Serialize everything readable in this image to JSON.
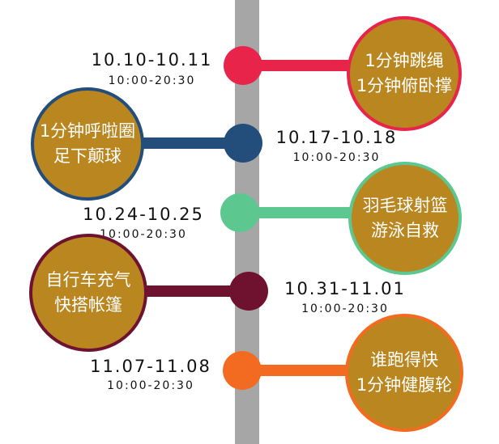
{
  "events": [
    {
      "date": "10.10-10.11",
      "time": "10:00-20:30",
      "lines": [
        "1分钟跳绳",
        "1分钟俯卧撑"
      ],
      "color": "#e8244a"
    },
    {
      "date": "10.17-10.18",
      "time": "10:00-20:30",
      "lines": [
        "1分钟呼啦圈",
        "足下颠球"
      ],
      "color": "#234e7c"
    },
    {
      "date": "10.24-10.25",
      "time": "10:00-20:30",
      "lines": [
        "羽毛球射篮",
        "游泳自救"
      ],
      "color": "#5cc890"
    },
    {
      "date": "10.31-11.01",
      "time": "10:00-20:30",
      "lines": [
        "自行车充气",
        "快搭帐篷"
      ],
      "color": "#6e1230"
    },
    {
      "date": "11.07-11.08",
      "time": "10:00-20:30",
      "lines": [
        "谁跑得快",
        "1分钟健腹轮"
      ],
      "color": "#f36b20"
    }
  ],
  "colors": {
    "spine": "#a6a6a6",
    "circle_fill": "#b98620",
    "circle_text": "#ffffff",
    "date_text": "#111111"
  }
}
